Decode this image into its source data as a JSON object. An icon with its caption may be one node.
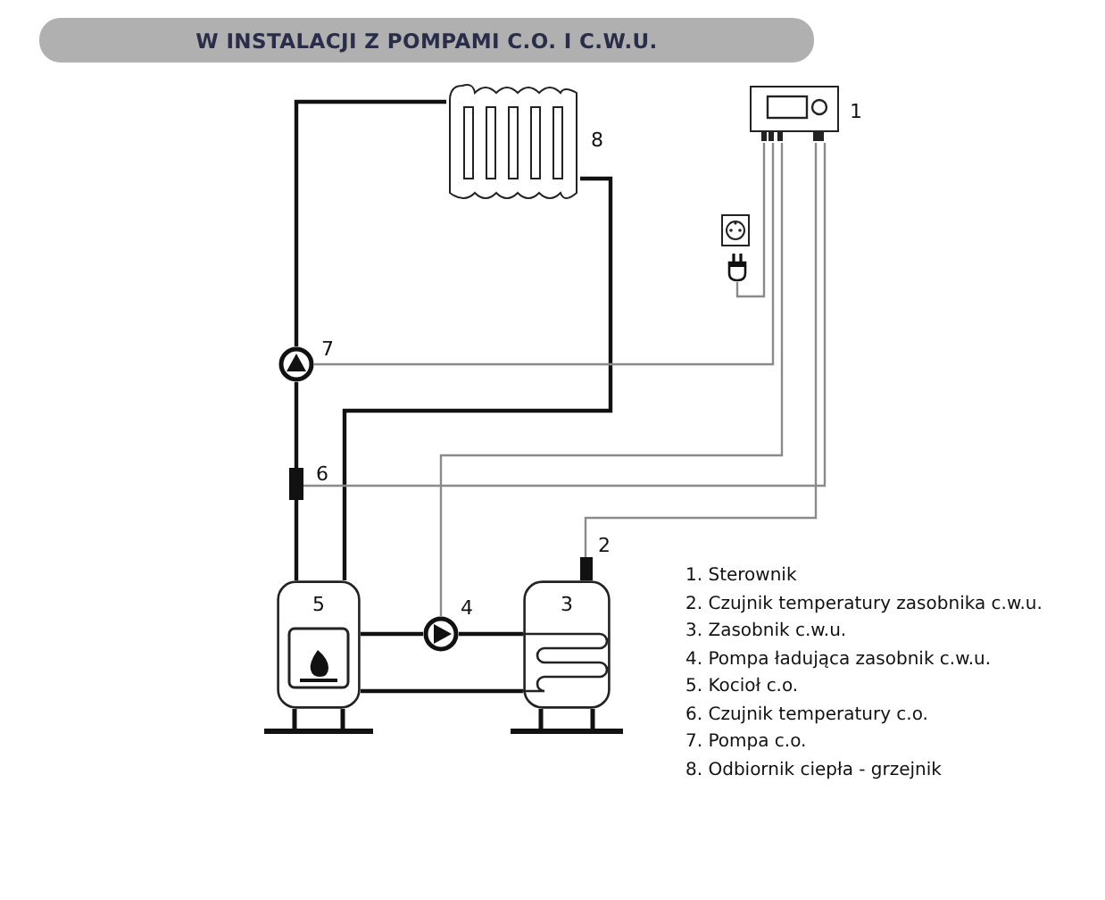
{
  "diagram": {
    "title": "W INSTALACJI Z POMPAMI C.O. I C.W.U.",
    "nodes": [
      {
        "text": [],
        "shape": "picture",
        "beside": [
          "1"
        ]
      },
      {
        "text": [],
        "shape": "box",
        "beside": [
          "2"
        ]
      },
      {
        "text": [
          "3"
        ]
      },
      {
        "text": [],
        "shape": "circle",
        "beside": [
          "4"
        ]
      },
      {
        "text": [
          "5"
        ]
      },
      {
        "text": [],
        "shape": "box",
        "beside": [
          "6"
        ]
      },
      {
        "text": [],
        "shape": "circle",
        "beside": [
          "7"
        ]
      },
      {
        "text": [],
        "shape": "picture",
        "beside": [
          "8"
        ]
      },
      {
        "text": [],
        "shape": "picture"
      },
      {
        "text": [],
        "shape": "picture"
      }
    ],
    "edges": [
      {
        "from": 4,
        "to": 5,
        "arrow": "none"
      },
      {
        "from": 5,
        "to": 6,
        "arrow": "none"
      },
      {
        "from": 6,
        "to": 7,
        "arrow": "none"
      },
      {
        "from": 7,
        "to": 4,
        "arrow": "none"
      },
      {
        "from": 4,
        "to": 3,
        "arrow": "none"
      },
      {
        "from": 3,
        "to": 2,
        "arrow": "none"
      },
      {
        "from": 2,
        "to": 4,
        "arrow": "none"
      },
      {
        "from": 0,
        "to": 9,
        "arrow": "none",
        "color": "#8a8a8a"
      },
      {
        "from": 0,
        "to": 6,
        "arrow": "none",
        "color": "#8a8a8a"
      },
      {
        "from": 0,
        "to": 3,
        "arrow": "none",
        "color": "#8a8a8a"
      },
      {
        "from": 0,
        "to": 5,
        "arrow": "none",
        "color": "#8a8a8a"
      },
      {
        "from": 0,
        "to": 1,
        "arrow": "none",
        "color": "#8a8a8a"
      }
    ],
    "labels": [
      "1. Sterownik",
      "2. Czujnik temperatury zasobnika c.w.u.",
      "3. Zasobnik c.w.u.",
      "4. Pompa ładująca zasobnik c.w.u.",
      "5. Kocioł c.o.",
      "6. Czujnik temperatury c.o.",
      "7. Pompa c.o.",
      "8. Odbiornik ciepła - grzejnik"
    ]
  }
}
